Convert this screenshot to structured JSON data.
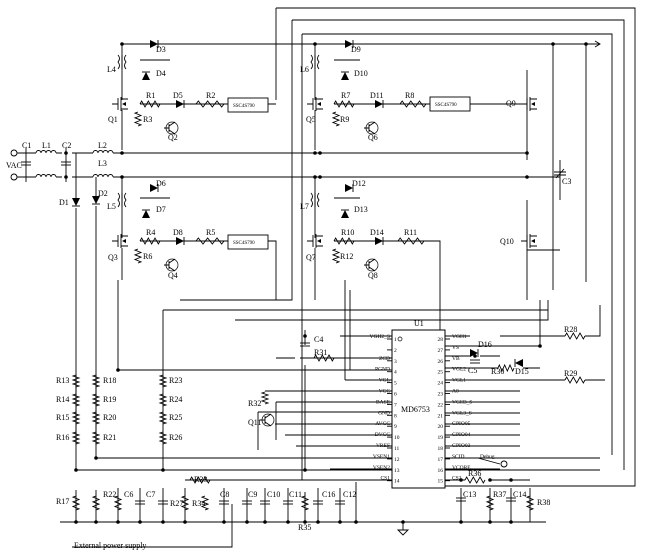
{
  "ic": {
    "ref": "U1",
    "name": "MD6753",
    "left_pins": [
      {
        "num": "1",
        "name": "VGH2_S"
      },
      {
        "num": "2",
        "name": ""
      },
      {
        "num": "3",
        "name": "ZCD"
      },
      {
        "num": "4",
        "name": "PGND"
      },
      {
        "num": "5",
        "name": "VGL"
      },
      {
        "num": "6",
        "name": "VCC"
      },
      {
        "num": "7",
        "name": "BASE"
      },
      {
        "num": "8",
        "name": "GND"
      },
      {
        "num": "9",
        "name": "AVCC"
      },
      {
        "num": "10",
        "name": "DVCC"
      },
      {
        "num": "11",
        "name": "VREF"
      },
      {
        "num": "12",
        "name": "VSEN1"
      },
      {
        "num": "13",
        "name": "VSEN2"
      },
      {
        "num": "14",
        "name": "CS1"
      }
    ],
    "right_pins": [
      {
        "num": "28",
        "name": "VGH1"
      },
      {
        "num": "27",
        "name": "VS"
      },
      {
        "num": "26",
        "name": "VB"
      },
      {
        "num": "25",
        "name": "VGL2"
      },
      {
        "num": "24",
        "name": "VGL1"
      },
      {
        "num": "23",
        "name": "A0"
      },
      {
        "num": "22",
        "name": "VGH3_S"
      },
      {
        "num": "21",
        "name": "VGL3_S"
      },
      {
        "num": "20",
        "name": "GPIO05"
      },
      {
        "num": "19",
        "name": "GPIO04"
      },
      {
        "num": "18",
        "name": "GPIO03"
      },
      {
        "num": "17",
        "name": "SCID"
      },
      {
        "num": "16",
        "name": "VCORE"
      },
      {
        "num": "15",
        "name": "CS2"
      }
    ]
  },
  "chips": {
    "label": "SSC4S790"
  },
  "labels": {
    "vac": "VAC",
    "debug": "Debug",
    "ext": "External power supply",
    "C1": "C1",
    "C2": "C2",
    "C3": "C3",
    "C4": "C4",
    "C5": "C5",
    "C6": "C6",
    "C7": "C7",
    "C8": "C8",
    "C9": "C9",
    "C10": "C10",
    "C11": "C11",
    "C12": "C12",
    "C13": "C13",
    "C14": "C14",
    "C16": "C16",
    "L1": "L1",
    "L2": "L2",
    "L3": "L3",
    "L4": "L4",
    "L5": "L5",
    "L6": "L6",
    "L7": "L7",
    "D1": "D1",
    "D2": "D2",
    "D3": "D3",
    "D4": "D4",
    "D5": "D5",
    "D6": "D6",
    "D7": "D7",
    "D8": "D8",
    "D9": "D9",
    "D10": "D10",
    "D11": "D11",
    "D12": "D12",
    "D13": "D13",
    "D14": "D14",
    "D15": "D15",
    "D16": "D16",
    "Q1": "Q1",
    "Q2": "Q2",
    "Q3": "Q3",
    "Q4": "Q4",
    "Q5": "Q5",
    "Q6": "Q6",
    "Q7": "Q7",
    "Q8": "Q8",
    "Q9": "Q9",
    "Q10": "Q10",
    "Q11": "Q11",
    "R1": "R1",
    "R2": "R2",
    "R3": "R3",
    "R4": "R4",
    "R5": "R5",
    "R6": "R6",
    "R7": "R7",
    "R8": "R8",
    "R9": "R9",
    "R10": "R10",
    "R11": "R11",
    "R12": "R12",
    "R13": "R13",
    "R14": "R14",
    "R15": "R15",
    "R16": "R16",
    "R17": "R17",
    "R18": "R18",
    "R19": "R19",
    "R20": "R20",
    "R21": "R21",
    "R22": "R22",
    "R23": "R23",
    "R24": "R24",
    "R25": "R25",
    "R26": "R26",
    "R27": "R27",
    "R28": "R28",
    "R29": "R29",
    "R30": "R30",
    "R31": "R31",
    "R32": "R32",
    "R33": "R33",
    "R34": "R34",
    "R35": "R35",
    "R36": "R36",
    "R37": "R37",
    "R38": "R38"
  }
}
